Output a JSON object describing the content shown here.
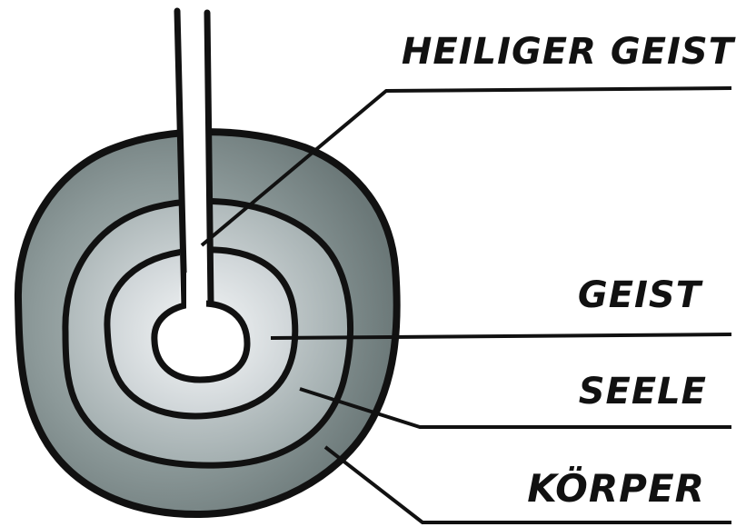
{
  "diagram": {
    "labels": {
      "heiliger_geist": "HEILIGER GEIST",
      "geist": "GEIST",
      "seele": "SEELE",
      "koerper": "KÖRPER"
    },
    "colors": {
      "outline": "#111111",
      "outer_ring_fill": "#7d8a8a",
      "middle_ring_fill": "#a9b4b5",
      "inner_ring_fill": "#d7dcdf",
      "core_fill": "#ffffff",
      "leader_line": "#111111"
    }
  }
}
